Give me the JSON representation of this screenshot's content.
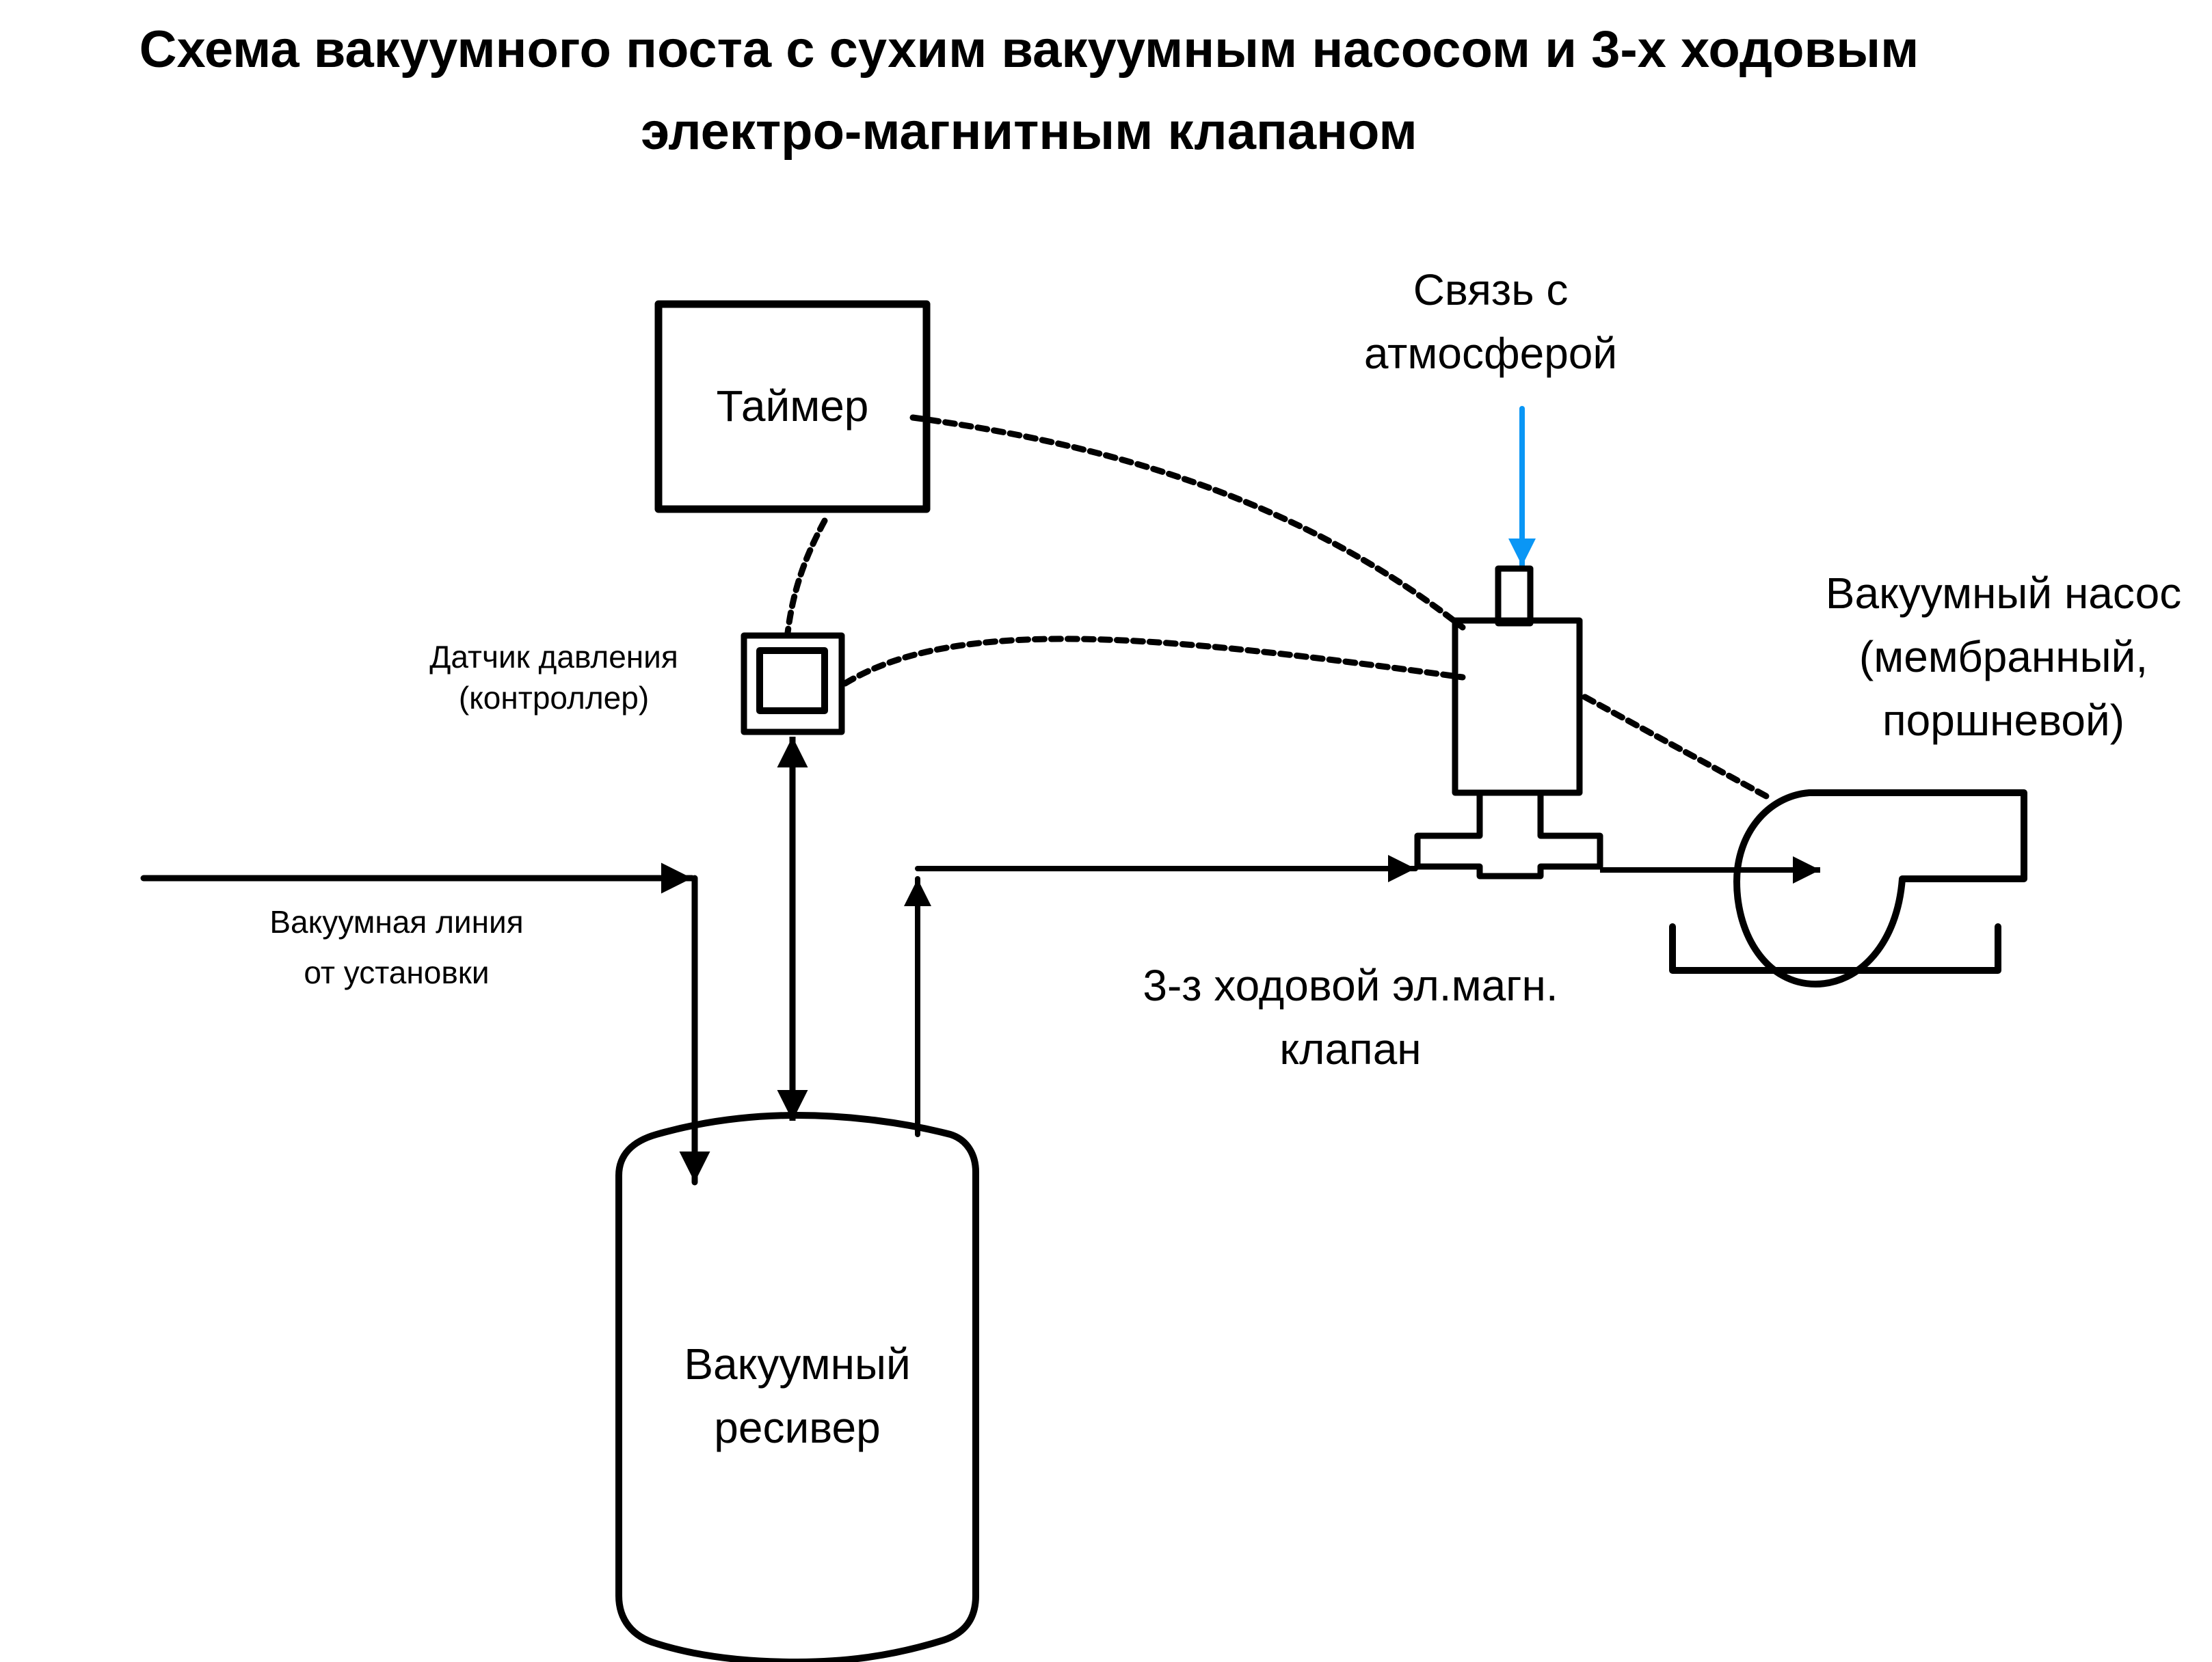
{
  "title": {
    "line1": "Схема вакуумного поста с сухим вакуумным насосом и 3-х ходовым",
    "line2": "электро-магнитным клапаном"
  },
  "components": {
    "timer": {
      "label": "Таймер"
    },
    "pressure_sensor": {
      "line1": "Датчик давления",
      "line2": "(контроллер)"
    },
    "atmosphere": {
      "line1": "Связь с",
      "line2": "атмосферой"
    },
    "vacuum_pump": {
      "line1": "Вакуумный насос",
      "line2": "(мембранный,",
      "line3": "поршневой)"
    },
    "vacuum_line": {
      "line1": "Вакуумная линия",
      "line2": "от установки"
    },
    "valve": {
      "line1": "3-з ходовой эл.магн.",
      "line2": "клапан"
    },
    "receiver": {
      "line1": "Вакуумный",
      "line2": "ресивер"
    }
  },
  "colors": {
    "stroke": "#000000",
    "atmosphere_arrow": "#0a96f5",
    "background": "#ffffff"
  }
}
